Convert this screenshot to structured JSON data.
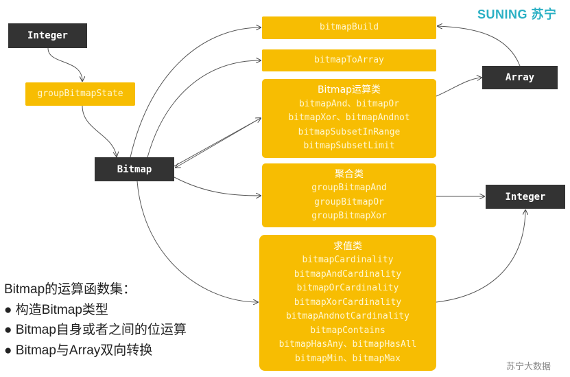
{
  "logo": "SUNING 苏宁",
  "watermark": "苏宁大数据",
  "nodes": {
    "integer_in": "Integer",
    "group_state": "groupBitmapState",
    "bitmap": "Bitmap",
    "array": "Array",
    "integer_out": "Integer",
    "build": "bitmapBuild",
    "to_array": "bitmapToArray"
  },
  "ops": {
    "title": "Bitmap运算类",
    "items": [
      "bitmapAnd、bitmapOr",
      "bitmapXor、bitmapAndnot",
      "bitmapSubsetInRange",
      "bitmapSubsetLimit"
    ]
  },
  "agg": {
    "title": "聚合类",
    "items": [
      "groupBitmapAnd",
      "groupBitmapOr",
      "groupBitmapXor"
    ]
  },
  "val": {
    "title": "求值类",
    "items": [
      "bitmapCardinality",
      "bitmapAndCardinality",
      "bitmapOrCardinality",
      "bitmapXorCardinality",
      "bitmapAndnotCardinality",
      "bitmapContains",
      "bitmapHasAny、bitmapHasAll",
      "bitmapMin、bitmapMax"
    ]
  },
  "notes": {
    "title": "Bitmap的运算函数集：",
    "items": [
      "构造Bitmap类型",
      "Bitmap自身或者之间的位运算",
      "Bitmap与Array双向转换"
    ]
  }
}
